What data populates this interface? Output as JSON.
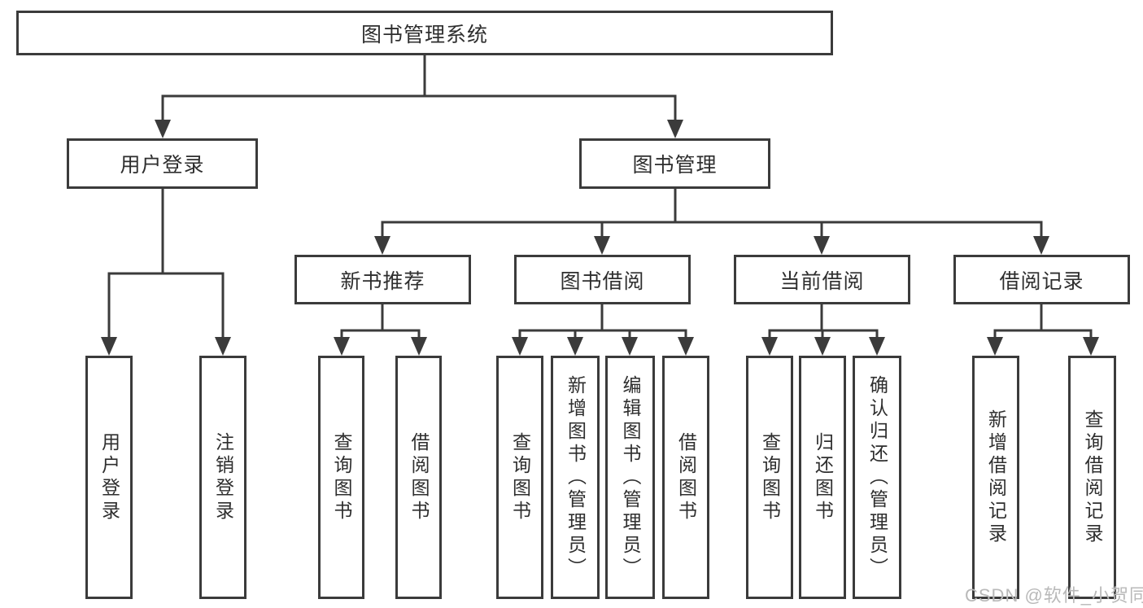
{
  "colors": {
    "line": "#3b3b3b",
    "text": "#2e2e2e",
    "watermark": "#b9b9b9",
    "background": "#ffffff"
  },
  "watermark": {
    "text": "CSDN @软件_小贺同学"
  },
  "tree": {
    "root": {
      "label": "图书管理系统"
    },
    "branches": [
      {
        "label": "用户登录",
        "children": [
          {
            "label": "用户登录"
          },
          {
            "label": "注销登录"
          }
        ]
      },
      {
        "label": "图书管理",
        "children": [
          {
            "label": "新书推荐",
            "children": [
              {
                "label": "查询图书"
              },
              {
                "label": "借阅图书"
              }
            ]
          },
          {
            "label": "图书借阅",
            "children": [
              {
                "label": "查询图书"
              },
              {
                "label": "新增图书（管理员）"
              },
              {
                "label": "编辑图书（管理员）"
              },
              {
                "label": "借阅图书"
              }
            ]
          },
          {
            "label": "当前借阅",
            "children": [
              {
                "label": "查询图书"
              },
              {
                "label": "归还图书"
              },
              {
                "label": "确认归还（管理员）"
              }
            ]
          },
          {
            "label": "借阅记录",
            "children": [
              {
                "label": "新增借阅记录"
              },
              {
                "label": "查询借阅记录"
              }
            ]
          }
        ]
      }
    ]
  }
}
